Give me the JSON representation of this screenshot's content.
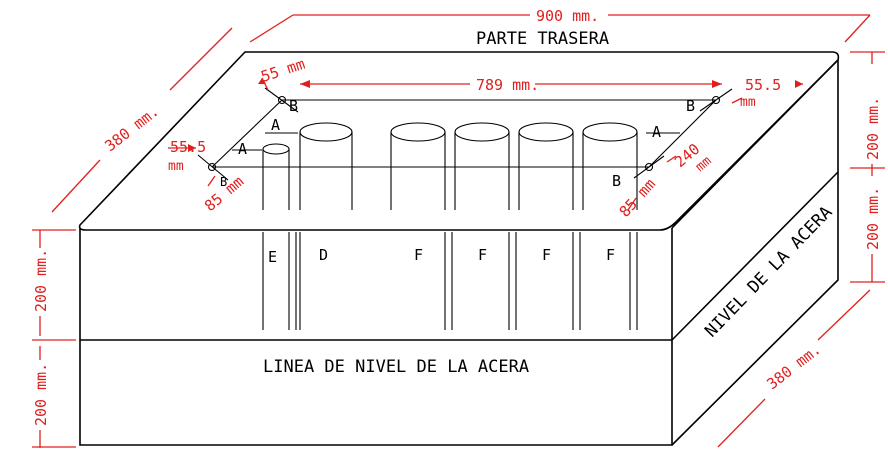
{
  "labels": {
    "parte_trasera": "PARTE TRASERA",
    "linea_nivel": "LINEA DE NIVEL DE LA ACERA",
    "nivel_acera": "NIVEL DE LA ACERA"
  },
  "dimensions": {
    "width_top": "900 mm.",
    "inner_width": "789 mm.",
    "depth_left": "380 mm.",
    "depth_right": "380 mm.",
    "left_upper_height": "200 mm.",
    "left_lower_height": "200 mm.",
    "right_upper_height": "200 mm.",
    "right_lower_height": "200 mm.",
    "offset_55": "55 mm",
    "offset_55_5_left_num": "55.5",
    "offset_55_5_left_unit": "mm",
    "offset_55_5_right_num": "55.5",
    "offset_55_5_right_unit": "mm",
    "offset_85_left": "85 mm",
    "offset_85_right": "85 mm",
    "offset_240_num": "240",
    "offset_240_unit": "mm"
  },
  "markers": {
    "b": "B",
    "a": "A",
    "e": "E",
    "d": "D",
    "f": "F"
  },
  "colors": {
    "outline": "#000000",
    "dimension": "#e0201e"
  }
}
